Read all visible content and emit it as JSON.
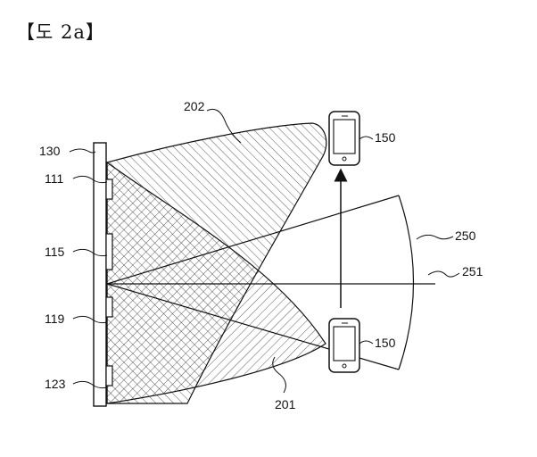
{
  "figure_title": "【도 2a】",
  "labels": {
    "panel": "130",
    "led_top": "111",
    "led_mid": "115",
    "led_low": "119",
    "led_bottom": "123",
    "region_upper": "202",
    "region_lower": "201",
    "phone_top": "150",
    "phone_bottom": "150",
    "sector": "250",
    "axis": "251"
  }
}
